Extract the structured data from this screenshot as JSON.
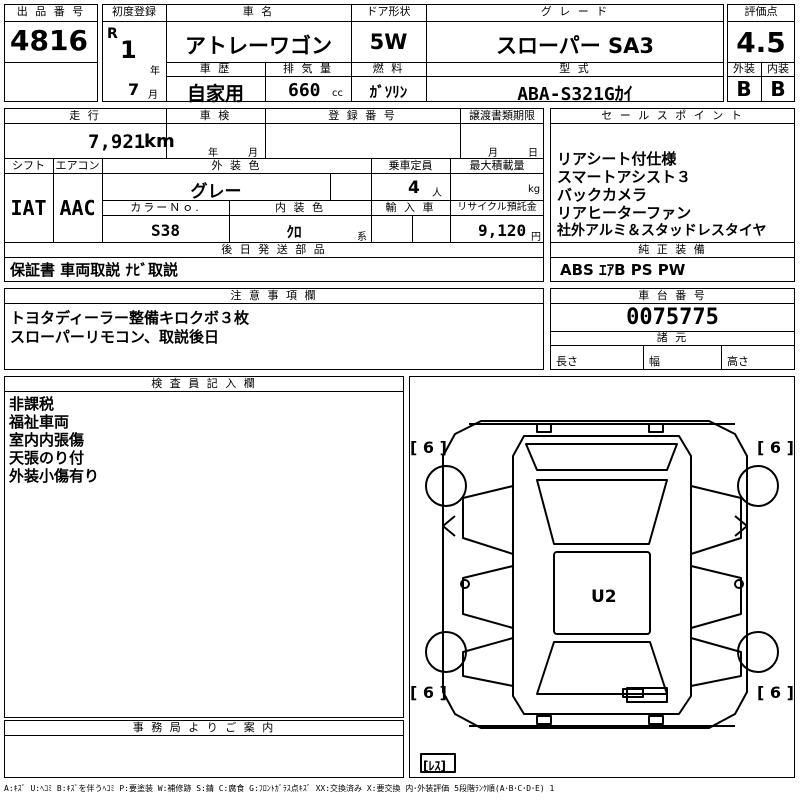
{
  "header": {
    "lot_label": "出 品 番 号",
    "lot": "4816",
    "first_reg_label": "初度登録",
    "era": "R",
    "year": "1",
    "year_unit": "年",
    "month": "7",
    "month_unit": "月",
    "name_label": "車 名",
    "name": "アトレーワゴン",
    "door_label": "ドア形状",
    "door": "5W",
    "grade_label": "グ レ ー ド",
    "grade": "スローパー SA3",
    "score_label": "評価点",
    "score": "4.5",
    "history_label": "車 歴",
    "history": "自家用",
    "displacement_label": "排 気 量",
    "displacement": "660",
    "displacement_unit": "cc",
    "fuel_label": "燃 料",
    "fuel": "ｶﾞｿﾘﾝ",
    "model_label": "型 式",
    "model": "ABA-S321Gｶｲ",
    "exterior_label": "外装",
    "exterior": "B",
    "interior_label": "内装",
    "interior": "B"
  },
  "mid": {
    "mileage_label": "走 行",
    "mileage": "7,921",
    "mileage_unit": "km",
    "inspection_label": "車 検",
    "insp_year_unit": "年",
    "insp_month_unit": "月",
    "reg_no_label": "登 録 番 号",
    "transfer_label": "譲渡書類期限",
    "transfer_month_unit": "月",
    "transfer_day_unit": "日",
    "shift_label": "シフト",
    "shift": "IAT",
    "ac_label": "エアコン",
    "ac": "AAC",
    "ext_color_label": "外 装 色",
    "ext_color": "グレー",
    "capacity_label": "乗車定員",
    "capacity": "4",
    "capacity_unit": "人",
    "max_load_label": "最大積載量",
    "max_load_unit": "kg",
    "color_no_label": "カラーＮｏ.",
    "color_no": "S38",
    "int_color_label": "内 装 色",
    "int_color": "ｸﾛ",
    "int_color_unit": "系",
    "import_label": "輸 入 車",
    "recycle_label": "リサイクル預託金",
    "recycle": "9,120",
    "recycle_unit": "円",
    "sales_label": "セ ー ル ス ポ イ ン ト",
    "sales_points": [
      "リアシート付仕様",
      "スマートアシスト３",
      "バックカメラ",
      "リアヒーターファン",
      "社外アルミ＆スタッドレスタイヤ"
    ],
    "later_label": "後 日 発 送 部 品",
    "later": "保証書 車両取説 ﾅﾋﾞ取説",
    "equip_label": "純 正 装 備",
    "equip": "ABS ｴｱB PS PW",
    "notes_label": "注 意 事 項 欄",
    "notes": [
      "トヨタディーラー整備キロクボ３枚",
      "スローパーリモコン、取説後日"
    ],
    "chassis_label": "車 台 番 号",
    "chassis": "0075775",
    "specs_label": "諸 元",
    "length_label": "長さ",
    "width_label": "幅",
    "height_label": "高さ"
  },
  "bottom": {
    "inspector_label": "検 査 員 記 入 欄",
    "inspector_notes": [
      "非課税",
      "福祉車両",
      "室内内張傷",
      "天張のり付",
      "外装小傷有り"
    ],
    "office_label": "事 務 局 よ り ご 案 内",
    "legend": "A:ｷｽﾞ U:ﾍｺﾐ B:ｷｽﾞを伴うﾍｺﾐ P:要塗装 W:補修跡 S:錆 C:腐食 G:ﾌﾛﾝﾄｶﾞﾗｽ点ｷｽﾞ XX:交換済み X:要交換 内･外装評価 5段階ﾗﾝｸ順(A･B･C･D･E) 1"
  },
  "diagram": {
    "tire_fl": "[ 6 ]",
    "tire_fr": "[ 6 ]",
    "tire_rl": "[ 6 ]",
    "tire_rr": "[ 6 ]",
    "mark": "U2",
    "spare": "[ﾚｽ]"
  }
}
